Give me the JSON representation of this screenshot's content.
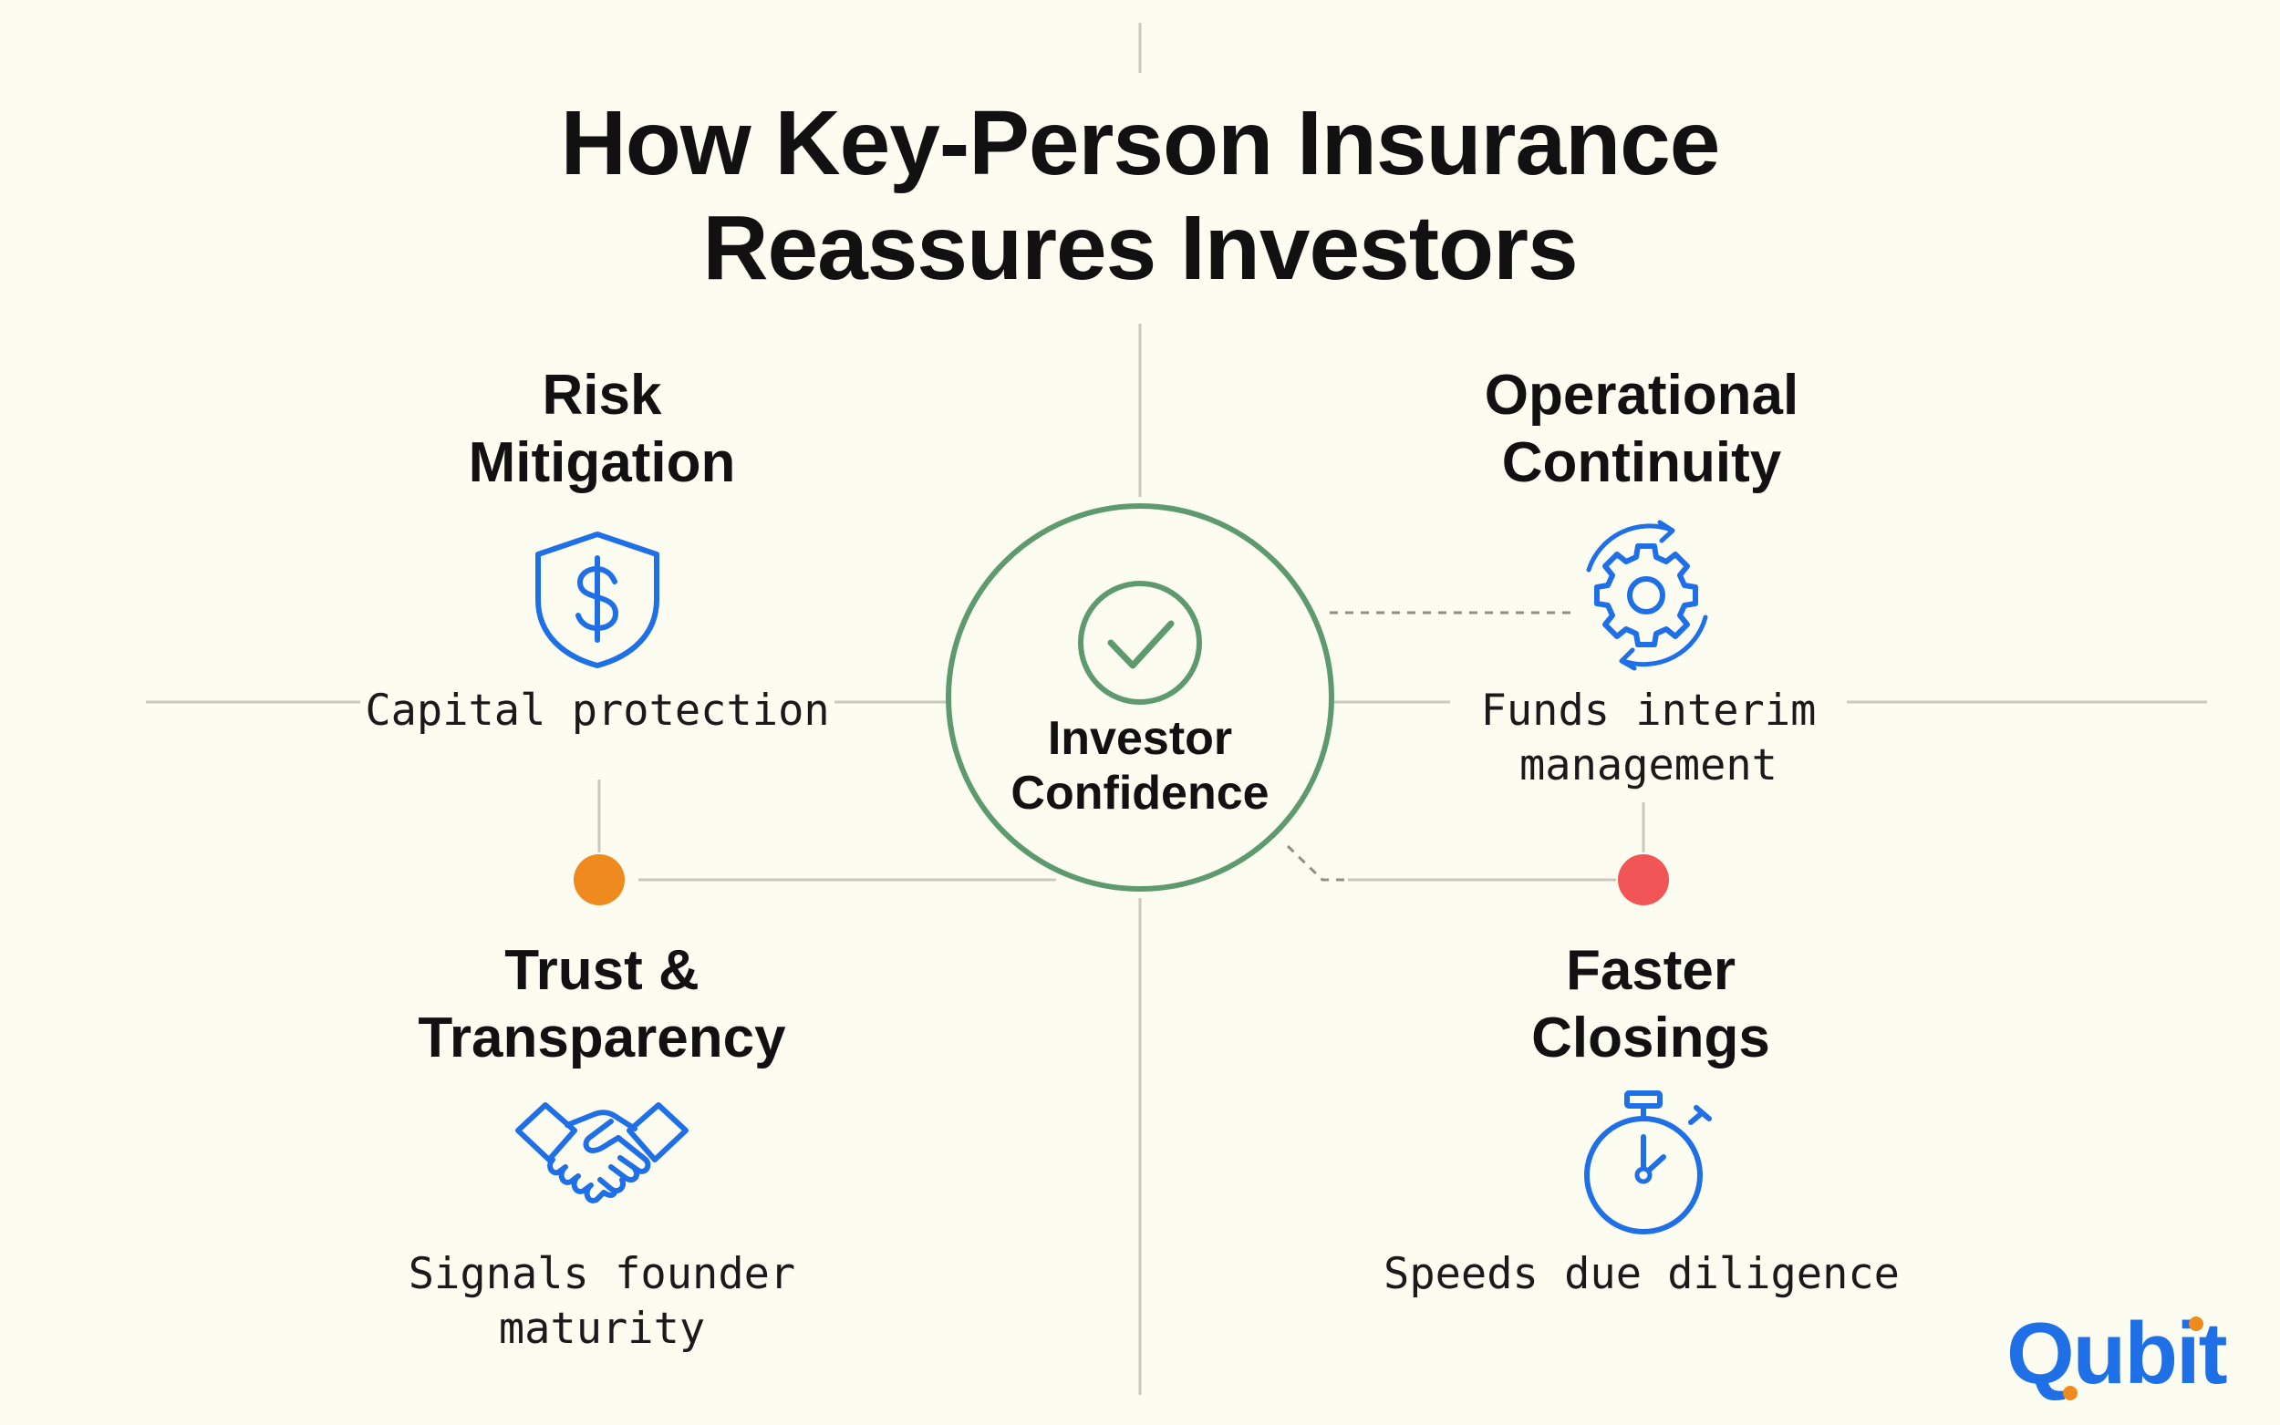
{
  "title": {
    "line1": "How Key-Person Insurance",
    "line2": "Reassures Investors"
  },
  "center": {
    "line1": "Investor",
    "line2": "Confidence",
    "icon": "check-circle-icon"
  },
  "quadrants": {
    "risk": {
      "title_line1": "Risk",
      "title_line2": "Mitigation",
      "caption": "Capital protection",
      "icon": "shield-dollar-icon"
    },
    "continuity": {
      "title_line1": "Operational",
      "title_line2": "Continuity",
      "caption_line1": "Funds interim",
      "caption_line2": "management",
      "icon": "gear-cycle-icon"
    },
    "trust": {
      "title_line1": "Trust &",
      "title_line2": "Transparency",
      "caption": "Signals founder maturity",
      "icon": "handshake-icon"
    },
    "closings": {
      "title_line1": "Faster",
      "title_line2": "Closings",
      "caption": "Speeds due diligence",
      "icon": "stopwatch-icon"
    }
  },
  "logo": {
    "text": "Qubit"
  },
  "colors": {
    "background": "#fcfcf1",
    "text": "#111111",
    "icon_blue": "#1f6fe6",
    "circle_green": "#5e9a6e",
    "dot_orange": "#ef8a1f",
    "dot_red": "#f25555",
    "line_gray": "#c9cabd"
  }
}
